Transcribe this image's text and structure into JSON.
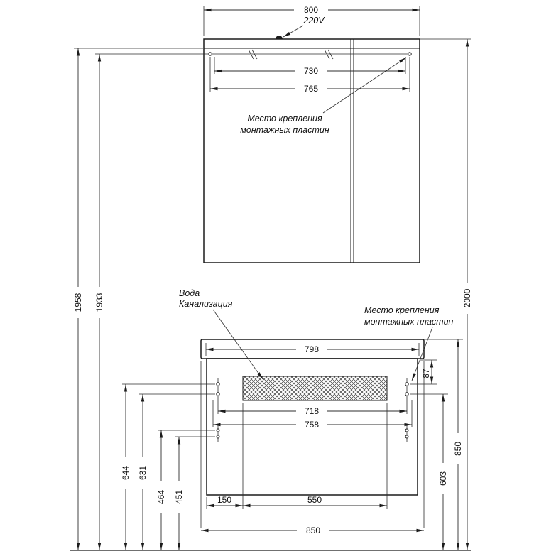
{
  "page": {
    "background": "#ffffff",
    "line_color": "#1b1b1b"
  },
  "top_cabinet": {
    "dim_width": "800",
    "power_label": "220V",
    "dim_730": "730",
    "dim_765": "765",
    "note1": "Место крепления",
    "note2": "монтажных пластин"
  },
  "heights": {
    "left_outer": "1958",
    "left_inner": "1933",
    "right_total": "2000",
    "right_850": "850",
    "h603": "603",
    "h644": "644",
    "h631": "631",
    "h464": "464",
    "h451": "451"
  },
  "vanity": {
    "dim_798": "798",
    "dim_718": "718",
    "dim_758": "758",
    "dim_87": "87",
    "note_water1": "Вода",
    "note_water2": "Канализация",
    "note_mount1": "Место крепления",
    "note_mount2": "монтажных пластин",
    "dim_150": "150",
    "dim_550": "550",
    "dim_850": "850"
  }
}
